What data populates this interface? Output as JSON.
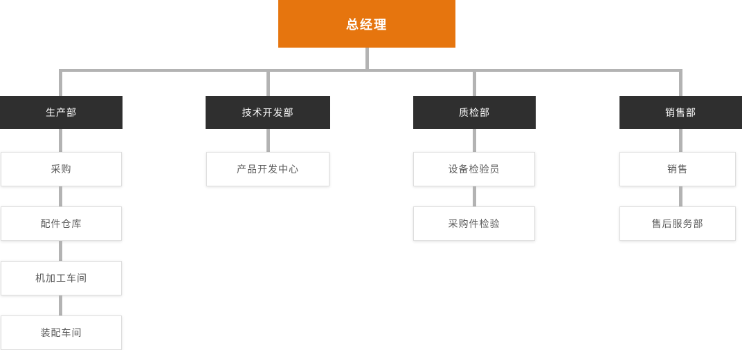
{
  "diagram": {
    "type": "org-chart",
    "root": {
      "label": "总经理"
    },
    "departments": [
      {
        "label": "生产部",
        "children": [
          "采购",
          "配件仓库",
          "机加工车间",
          "装配车间"
        ]
      },
      {
        "label": "技术开发部",
        "children": [
          "产品开发中心"
        ]
      },
      {
        "label": "质检部",
        "children": [
          "设备检验员",
          "采购件检验"
        ]
      },
      {
        "label": "销售部",
        "children": [
          "销售",
          "售后服务部"
        ]
      }
    ],
    "colors": {
      "root_bg": "#E6750E",
      "root_text": "#FFFFFF",
      "dept_bg": "#2F2F2F",
      "dept_text": "#FFFFFF",
      "child_bg": "#FFFFFF",
      "child_border": "#DDDDDD",
      "child_text": "#595959",
      "connector": "#B3B3B3"
    }
  }
}
